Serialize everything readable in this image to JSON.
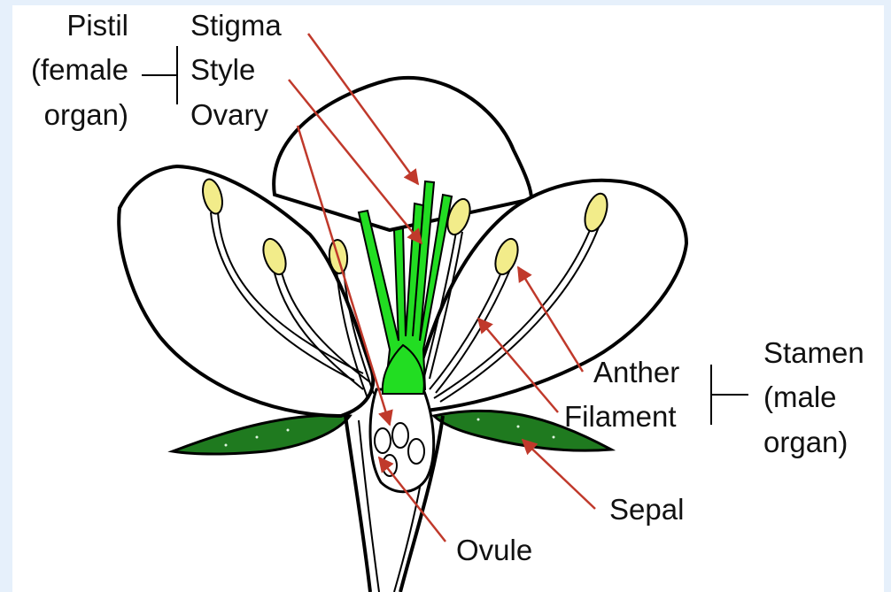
{
  "colors": {
    "background": "#ffffff",
    "frame": "#e6f0fb",
    "outline": "#000000",
    "pistil": "#22dd22",
    "anther": "#f2ec8a",
    "sepal": "#1f7a1f",
    "pointer": "#c0392b"
  },
  "labels": {
    "pistil_group": [
      "Pistil",
      "(female",
      "organ)"
    ],
    "stigma": "Stigma",
    "style": "Style",
    "ovary": "Ovary",
    "anther": "Anther",
    "filament": "Filament",
    "stamen_group": [
      "Stamen",
      "(male",
      "organ)"
    ],
    "sepal": "Sepal",
    "ovule": "Ovule"
  }
}
